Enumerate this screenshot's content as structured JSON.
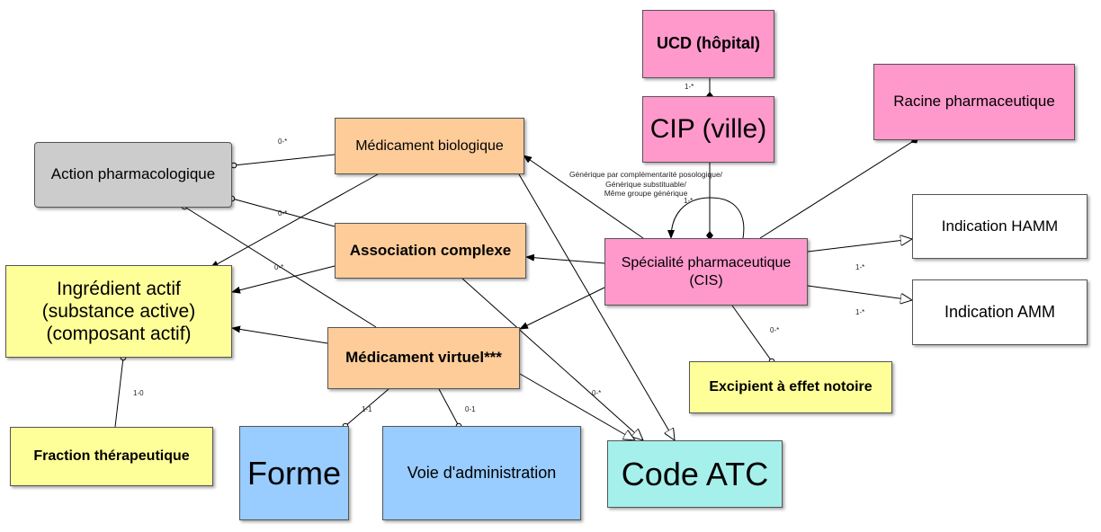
{
  "colors": {
    "pink": "#ff99cc",
    "orange": "#fdcc99",
    "yellow": "#ffff99",
    "blue": "#99ccff",
    "cyan": "#a6f0ec",
    "gray": "#cccccc",
    "white": "#ffffff"
  },
  "nodes": {
    "ucd": "UCD (hôpital)",
    "cip": "CIP (ville)",
    "racine": "Racine pharmaceutique",
    "action": "Action pharmacologique",
    "bio": "Médicament biologique",
    "asso": "Association complexe",
    "ingr_1": "Ingrédient actif",
    "ingr_2": "(substance active)",
    "ingr_3": "(composant actif)",
    "virt": "Médicament virtuel***",
    "spec_1": "Spécialité pharmaceutique",
    "spec_2": "(CIS)",
    "hamm": "Indication HAMM",
    "amm": "Indication AMM",
    "excip": "Excipient à effet notoire",
    "fraction": "Fraction thérapeutique",
    "forme": "Forme",
    "voie": "Voie d'administration",
    "atc": "Code ATC"
  },
  "labels": {
    "ucd_cip": "1-*",
    "action_bio": "0-*",
    "action_asso": "0-*",
    "action_virt": "0-*",
    "spec_self": "1-*",
    "spec_hamm": "1-*",
    "spec_amm": "1-*",
    "spec_excip": "0-*",
    "virt_atc": "0-*",
    "fraction": "1-0",
    "forme": "1-1",
    "voie": "0-1"
  },
  "notes": {
    "generique_1": "Générique par complémentarité posologique/",
    "generique_2": "Générique substituable/",
    "generique_3": "Même groupe générique"
  }
}
